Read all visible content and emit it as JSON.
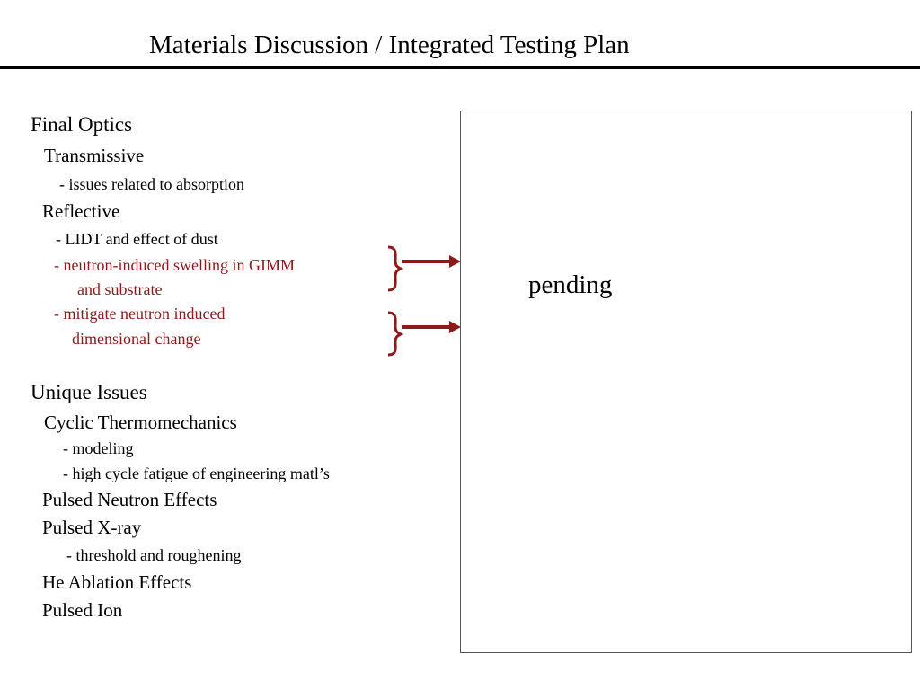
{
  "title": "Materials Discussion / Integrated Testing Plan",
  "final_optics": {
    "heading": "Final Optics",
    "transmissive": "Transmissive",
    "absorption": "- issues related to absorption",
    "reflective": "Reflective",
    "lidt": "-  LIDT and effect of dust",
    "swelling_1": "-  neutron-induced swelling in GIMM",
    "swelling_2": "and substrate",
    "mitigate_1": "-  mitigate neutron induced",
    "mitigate_2": "dimensional change"
  },
  "unique_issues": {
    "heading": "Unique Issues",
    "cyclic": "Cyclic Thermomechanics",
    "modeling": "-  modeling",
    "fatigue": "-  high cycle fatigue of engineering matl’s",
    "pulsed_neutron": "Pulsed Neutron Effects",
    "pulsed_xray": "Pulsed X-ray",
    "threshold": "-   threshold and roughening",
    "he_ablation": "He Ablation Effects",
    "pulsed_ion": "Pulsed Ion"
  },
  "box": {
    "label": "pending"
  },
  "colors": {
    "accent": "#8b1a1a",
    "text": "#000000"
  }
}
